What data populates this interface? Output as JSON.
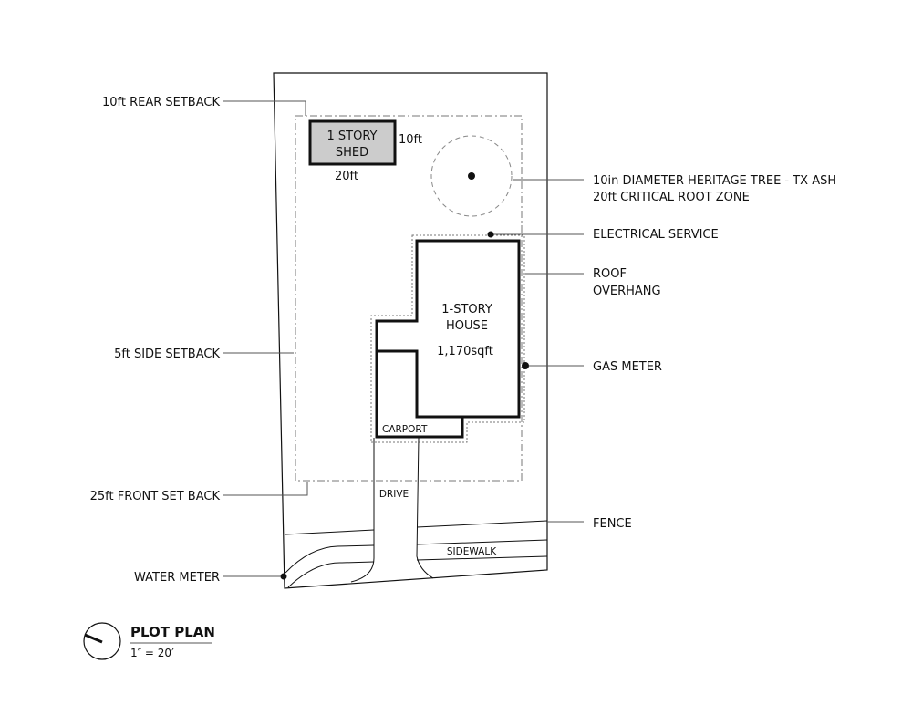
{
  "labels": {
    "rear_setback": "10ft REAR SETBACK",
    "side_setback": "5ft SIDE SETBACK",
    "front_setback": "25ft FRONT SET BACK",
    "water_meter": "WATER METER",
    "tree_line1": "10in DIAMETER HERITAGE TREE - TX ASH",
    "tree_line2": "20ft CRITICAL ROOT ZONE",
    "electrical": "ELECTRICAL SERVICE",
    "roof_line1": "ROOF",
    "roof_line2": "OVERHANG",
    "gas_meter": "GAS METER",
    "fence": "FENCE"
  },
  "shed": {
    "line1": "1 STORY",
    "line2": "SHED",
    "depth": "10ft",
    "width": "20ft"
  },
  "house": {
    "line1": "1-STORY",
    "line2": "HOUSE",
    "area": "1,170sqft",
    "carport": "CARPORT"
  },
  "site": {
    "drive": "DRIVE",
    "sidewalk": "SIDEWALK"
  },
  "title_block": {
    "title": "PLOT PLAN",
    "scale": "1″ = 20′"
  },
  "colors": {
    "shed_fill": "#cccccc",
    "line": "#111111"
  }
}
